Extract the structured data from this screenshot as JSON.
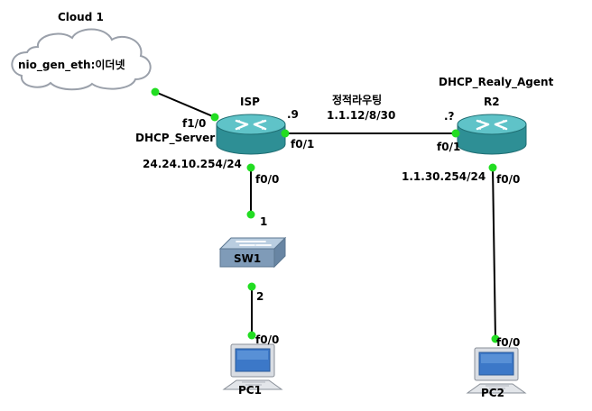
{
  "colors": {
    "link": "#000000",
    "port_dot": "#22dd22",
    "router_body": "#2e8f95",
    "router_top": "#5fc3c8",
    "switch_body": "#7f9bb8",
    "switch_top": "#b9cde0",
    "pc_screen": "#3c78c8",
    "cloud_stroke": "#9aa0aa"
  },
  "cloud": {
    "title": "Cloud 1",
    "label": "nio_gen_eth:이더넷",
    "icon": "cloud-icon"
  },
  "routers": {
    "isp": {
      "name": "ISP",
      "role": "DHCP_Server",
      "icon": "router-icon"
    },
    "r2": {
      "name": "R2",
      "role": "DHCP_Realy_Agent",
      "icon": "router-icon"
    }
  },
  "switch": {
    "name": "SW1",
    "icon": "switch-icon"
  },
  "pcs": {
    "pc1": {
      "name": "PC1",
      "icon": "pc-icon"
    },
    "pc2": {
      "name": "PC2",
      "icon": "pc-icon"
    }
  },
  "ports": {
    "isp_f1_0": "f1/0",
    "isp_f0_1": "f0/1",
    "isp_f0_0": "f0/0",
    "r2_f0_1": "f0/1",
    "r2_f0_0": "f0/0",
    "sw1_p1": "1",
    "sw1_p2": "2",
    "pc1_f0_0": "f0/0",
    "pc2_f0_0": "f0/0"
  },
  "labels": {
    "isp_host": ".9",
    "r2_host": ".?",
    "isp_lan_ip": "24.24.10.254/24",
    "r2_lan_ip": "1.1.30.254/24",
    "routing_title": "정적라우팅",
    "routing_subnet": "1.1.12/8/30"
  }
}
